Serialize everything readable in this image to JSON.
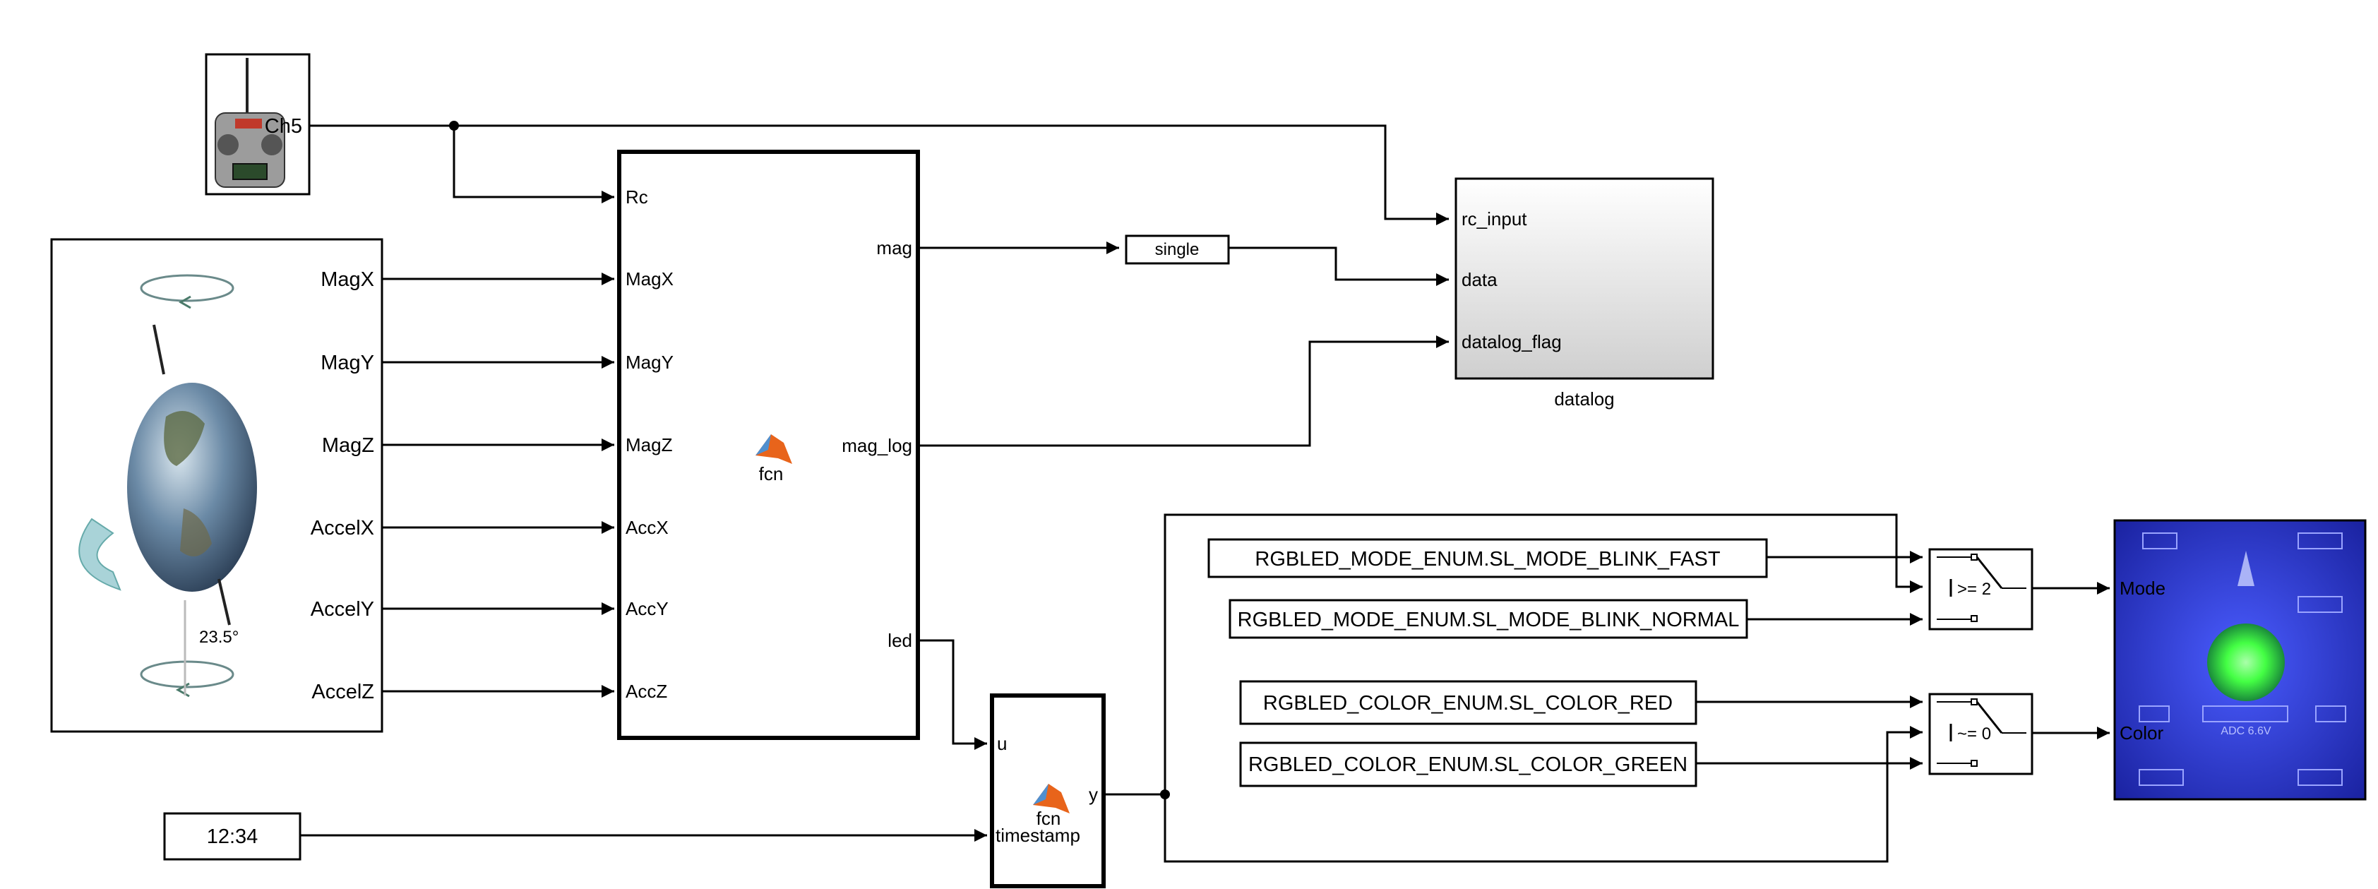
{
  "radio": {
    "icon": "rc-transmitter-icon",
    "out_port": "Ch5"
  },
  "imu": {
    "icon": "earth-rotation-icon",
    "out_ports": [
      "MagX",
      "MagY",
      "MagZ",
      "AccelX",
      "AccelY",
      "AccelZ"
    ],
    "tilt_label": "23.5°"
  },
  "fcn_main": {
    "icon": "matlab-logo-icon",
    "label": "fcn",
    "in_ports": [
      "Rc",
      "MagX",
      "MagY",
      "MagZ",
      "AccX",
      "AccY",
      "AccZ"
    ],
    "out_ports": [
      "mag",
      "mag_log",
      "led"
    ]
  },
  "convert": {
    "label": "single"
  },
  "datalog": {
    "name": "datalog",
    "in_ports": [
      "rc_input",
      "data",
      "datalog_flag"
    ]
  },
  "clock": {
    "value": "12:34"
  },
  "fcn_led": {
    "icon": "matlab-logo-icon",
    "label": "fcn",
    "in_ports": [
      "u",
      "timestamp"
    ],
    "out_port": "y"
  },
  "constants": {
    "mode_fast": "RGBLED_MODE_ENUM.SL_MODE_BLINK_FAST",
    "mode_normal": "RGBLED_MODE_ENUM.SL_MODE_BLINK_NORMAL",
    "color_red": "RGBLED_COLOR_ENUM.SL_COLOR_RED",
    "color_green": "RGBLED_COLOR_ENUM.SL_COLOR_GREEN"
  },
  "switch_mode": {
    "criteria": ">= 2"
  },
  "switch_color": {
    "criteria": "~= 0"
  },
  "rgbled": {
    "icon": "rgb-led-board-icon",
    "in_ports": [
      "Mode",
      "Color"
    ],
    "board_label": "ADC 6.6V"
  },
  "colors": {
    "line": "#000000",
    "datalog_fill_top": "#ffffff",
    "datalog_fill_bottom": "#cfcfcf",
    "board_blue": "#2233cc",
    "led_green": "#44ff44",
    "matlab_orange": "#e8641b"
  }
}
